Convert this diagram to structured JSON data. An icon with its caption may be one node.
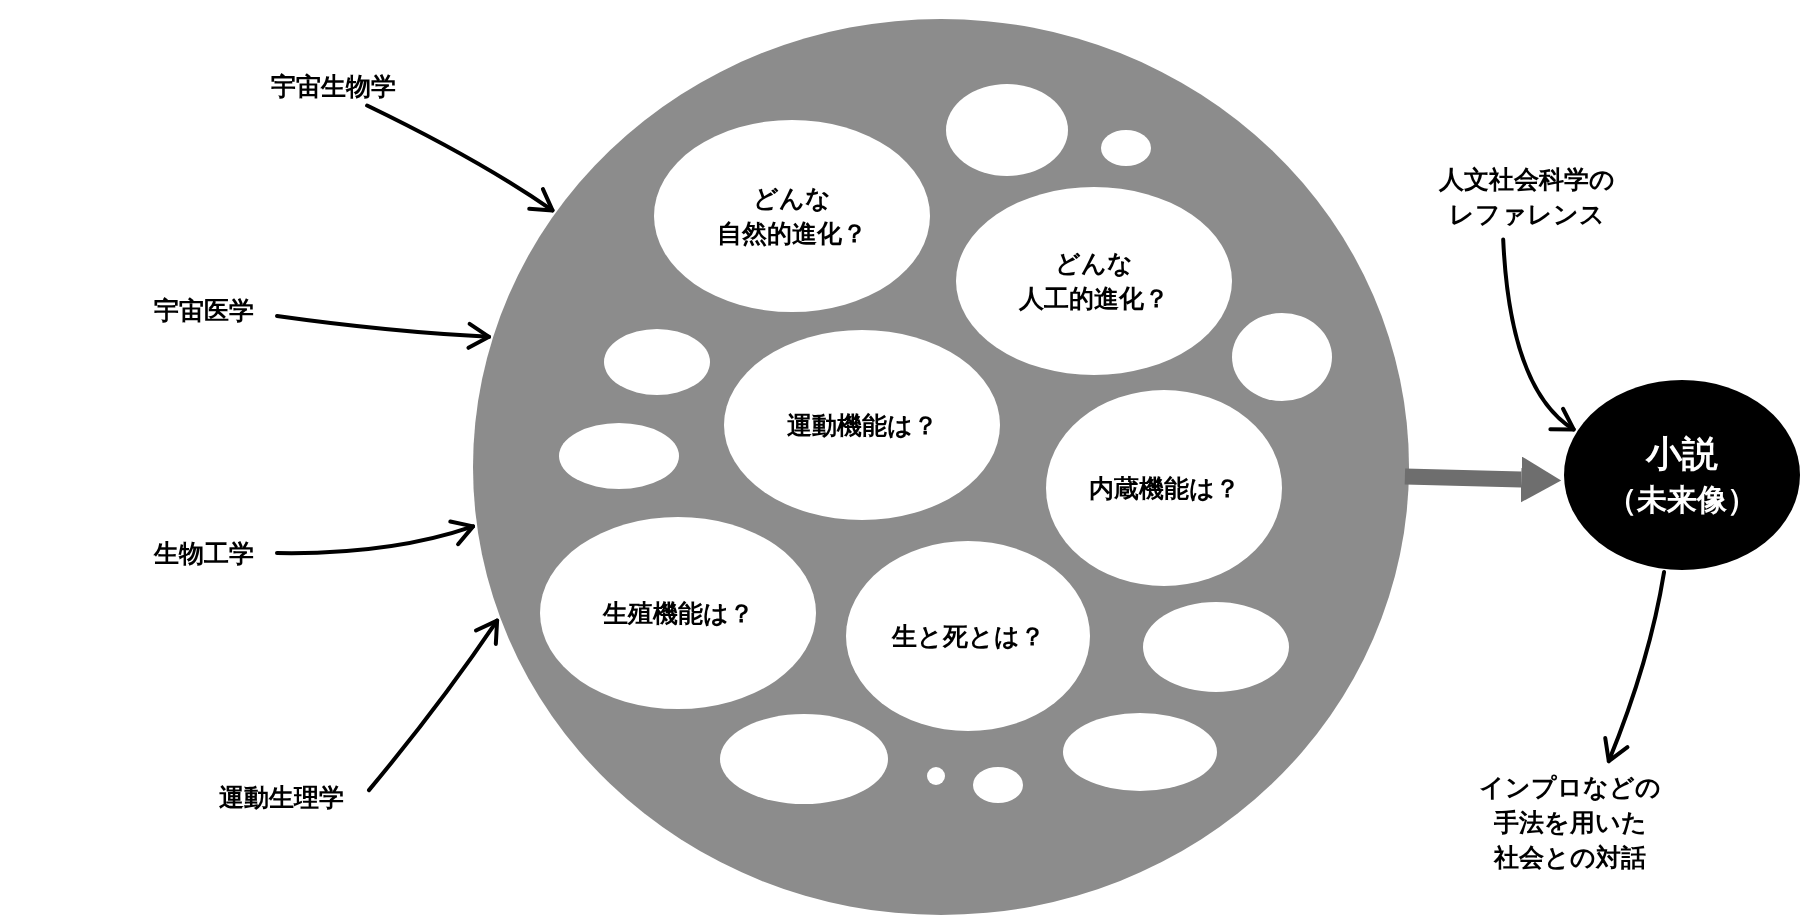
{
  "diagram": {
    "nodes": [
      {
        "text": [
          "宇宙生物学"
        ]
      },
      {
        "text": [
          "宇宙医学"
        ]
      },
      {
        "text": [
          "生物工学"
        ]
      },
      {
        "text": [
          "運動生理学"
        ]
      },
      {
        "text": [],
        "shape": "circle"
      },
      {
        "text": [
          "どんな自然的進化？"
        ],
        "in": 4
      },
      {
        "text": [
          "どんな人工的進化？"
        ],
        "in": 4
      },
      {
        "text": [
          "運動機能は？"
        ],
        "in": 4
      },
      {
        "text": [
          "内蔵機能は？"
        ],
        "in": 4
      },
      {
        "text": [
          "生殖機能は？"
        ],
        "in": 4
      },
      {
        "text": [
          "生と死とは？"
        ],
        "in": 4
      },
      {
        "text": [],
        "shape": "circle",
        "in": 4
      },
      {
        "text": [],
        "shape": "circle",
        "in": 4
      },
      {
        "text": [],
        "shape": "circle",
        "in": 4
      },
      {
        "text": [],
        "shape": "circle",
        "in": 4
      },
      {
        "text": [],
        "shape": "circle",
        "in": 4
      },
      {
        "text": [],
        "shape": "circle",
        "in": 4
      },
      {
        "text": [],
        "shape": "circle",
        "in": 4
      },
      {
        "text": [],
        "shape": "circle",
        "in": 4
      },
      {
        "text": [],
        "shape": "circle",
        "in": 4
      },
      {
        "text": [],
        "shape": "circle",
        "in": 4
      },
      {
        "text": [
          "人文社会科学のレファレンス"
        ]
      },
      {
        "text": [
          "小説",
          "（未来像）"
        ]
      },
      {
        "text": [
          "インプロなどの手法を用いた社会との対話"
        ]
      }
    ],
    "edges": [
      {
        "from": 0,
        "to": 4,
        "arrow": "to"
      },
      {
        "from": 1,
        "to": 4,
        "arrow": "to"
      },
      {
        "from": 2,
        "to": 4,
        "arrow": "to"
      },
      {
        "from": 3,
        "to": 4,
        "arrow": "to"
      },
      {
        "from": 4,
        "to": 22,
        "arrow": "to",
        "style": "thick",
        "color": "#6e6e6e"
      },
      {
        "from": 21,
        "to": 22,
        "arrow": "to"
      },
      {
        "from": 22,
        "to": 23,
        "arrow": "to"
      }
    ]
  }
}
